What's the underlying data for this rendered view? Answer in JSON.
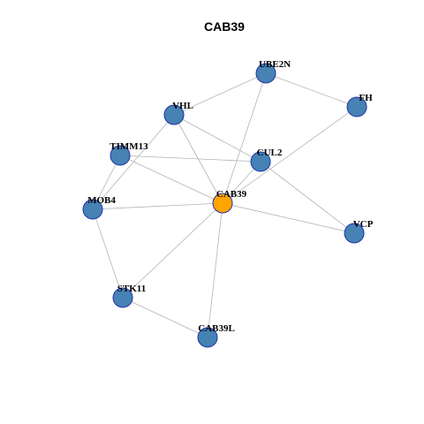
{
  "title": "CAB39",
  "colors": {
    "default_node": "#4682b4",
    "center_node": "#ffa500",
    "edge": "#b4b4b4",
    "node_border": "#2233aa"
  },
  "nodes": [
    {
      "id": "UBE2N",
      "label": "UBE2N"
    },
    {
      "id": "FH",
      "label": "FH"
    },
    {
      "id": "VHL",
      "label": "VHL"
    },
    {
      "id": "TIMM13",
      "label": "TIMM13"
    },
    {
      "id": "CUL2",
      "label": "CUL2"
    },
    {
      "id": "CAB39",
      "label": "CAB39",
      "center": true
    },
    {
      "id": "MOB4",
      "label": "MOB4"
    },
    {
      "id": "VCP",
      "label": "VCP"
    },
    {
      "id": "STK11",
      "label": "STK11"
    },
    {
      "id": "CAB39L",
      "label": "CAB39L"
    }
  ],
  "edges": [
    [
      "VHL",
      "UBE2N"
    ],
    [
      "UBE2N",
      "FH"
    ],
    [
      "UBE2N",
      "CAB39"
    ],
    [
      "FH",
      "CAB39"
    ],
    [
      "VHL",
      "CUL2"
    ],
    [
      "VHL",
      "CAB39"
    ],
    [
      "VHL",
      "MOB4"
    ],
    [
      "TIMM13",
      "CUL2"
    ],
    [
      "TIMM13",
      "CAB39"
    ],
    [
      "TIMM13",
      "MOB4"
    ],
    [
      "CUL2",
      "CAB39"
    ],
    [
      "CUL2",
      "VCP"
    ],
    [
      "CAB39",
      "MOB4"
    ],
    [
      "CAB39",
      "VCP"
    ],
    [
      "CAB39",
      "STK11"
    ],
    [
      "CAB39",
      "CAB39L"
    ],
    [
      "MOB4",
      "STK11"
    ],
    [
      "STK11",
      "CAB39L"
    ]
  ]
}
